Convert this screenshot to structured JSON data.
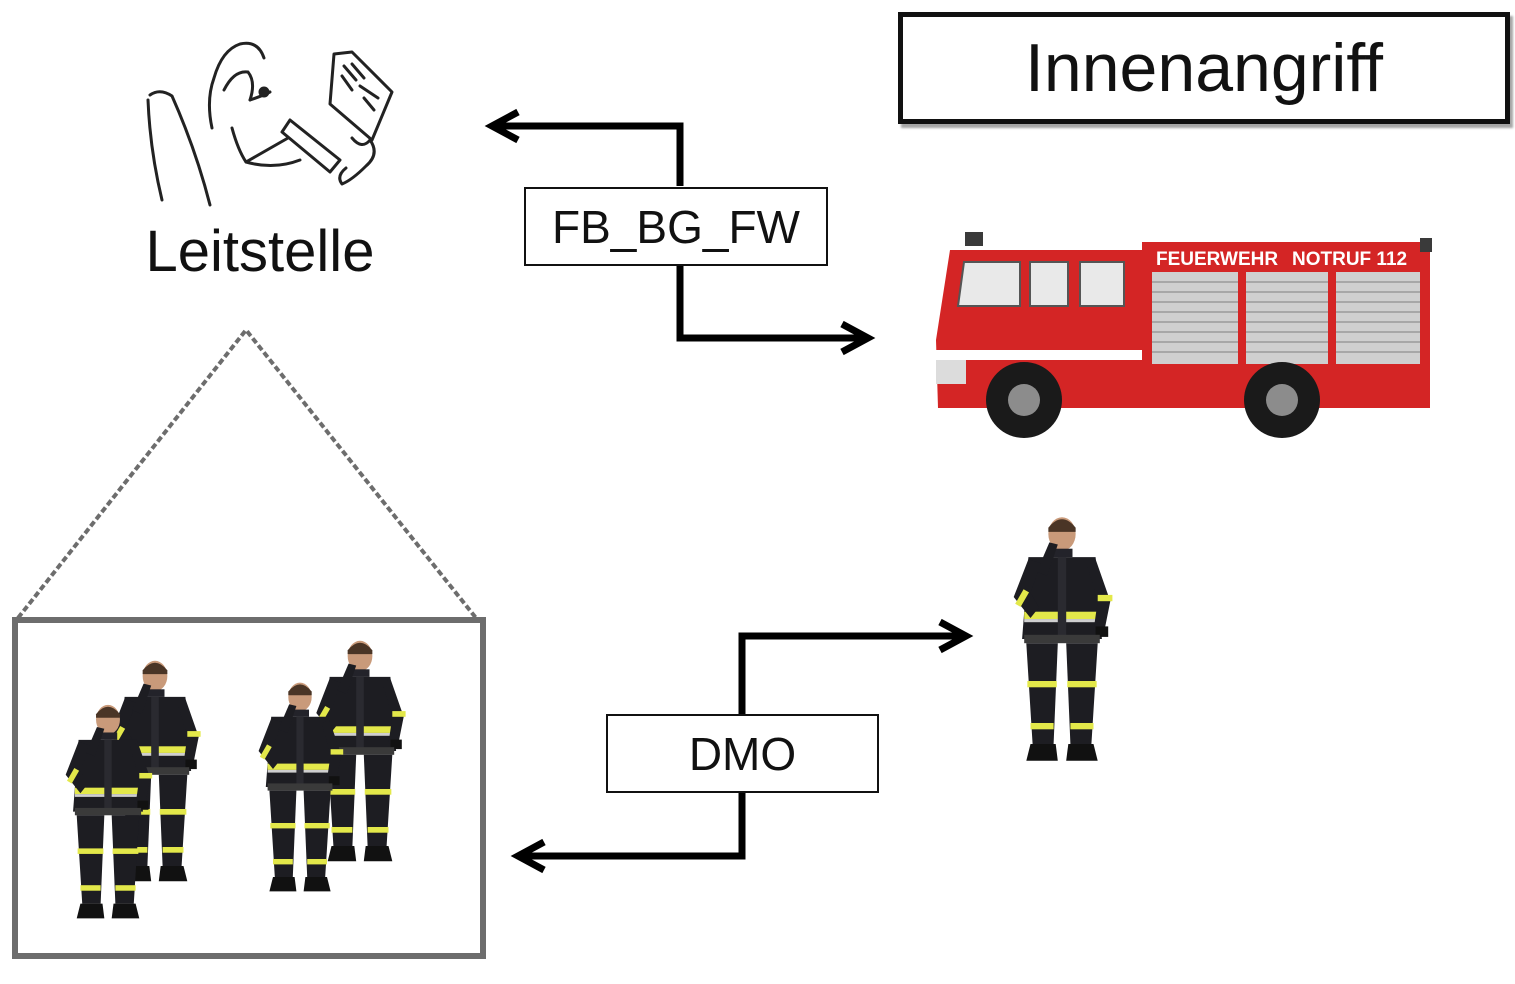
{
  "title": "Innenangriff",
  "leitstelle": {
    "label": "Leitstelle",
    "icon": "dispatcher-icon"
  },
  "links": {
    "upper": "FB_BG_FW",
    "lower": "DMO"
  },
  "vehicle": {
    "text_left": "FEUERWEHR",
    "text_right": "NOTRUF 112"
  },
  "colors": {
    "truck_red": "#d42525",
    "gear_yellow": "#e3e84a",
    "gear_dark": "#1d1d22"
  }
}
